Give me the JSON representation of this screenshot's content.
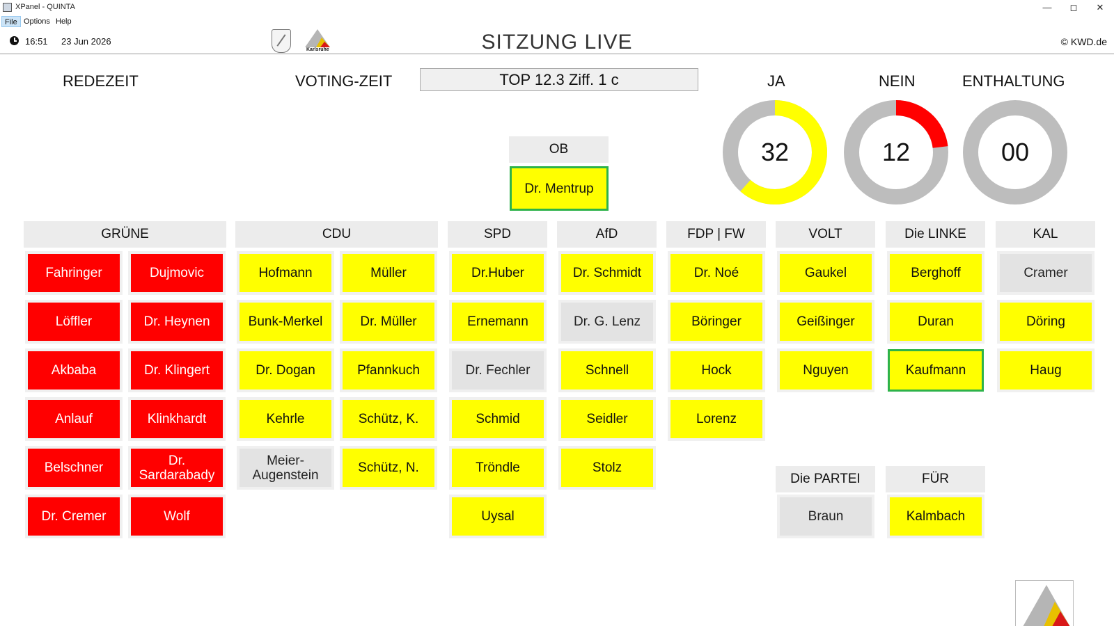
{
  "window": {
    "title": "XPanel - QUINTA",
    "menu": [
      "File",
      "Options",
      "Help"
    ]
  },
  "header": {
    "time": "16:51",
    "date": "23 Jun 2026",
    "logo_text": "Karlsruhe",
    "title": "SITZUNG LIVE",
    "copyright": "© KWD.de"
  },
  "labels": {
    "redezeit": "REDEZEIT",
    "voting_zeit": "VOTING-ZEIT",
    "agenda_item": "TOP 12.3 Ziff. 1 c"
  },
  "votes": [
    {
      "label": "JA",
      "count": "32",
      "fraction": 0.615,
      "color": "#ffff00"
    },
    {
      "label": "NEIN",
      "count": "12",
      "fraction": 0.231,
      "color": "#ff0000"
    },
    {
      "label": "ENTHALTUNG",
      "count": "00",
      "fraction": 0.0,
      "color": "#bdbdbd"
    }
  ],
  "ob": {
    "header": "OB",
    "name": "Dr. Mentrup",
    "vote": "ja",
    "speaking": true
  },
  "parties": [
    {
      "name": "GRÜNE",
      "members": [
        {
          "name": "Fahringer",
          "vote": "nein"
        },
        {
          "name": "Dujmovic",
          "vote": "nein"
        },
        {
          "name": "Löffler",
          "vote": "nein"
        },
        {
          "name": "Dr. Heynen",
          "vote": "nein"
        },
        {
          "name": "Akbaba",
          "vote": "nein"
        },
        {
          "name": "Dr. Klingert",
          "vote": "nein"
        },
        {
          "name": "Anlauf",
          "vote": "nein"
        },
        {
          "name": "Klinkhardt",
          "vote": "nein"
        },
        {
          "name": "Belschner",
          "vote": "nein"
        },
        {
          "name": "Dr. Sardarabady",
          "vote": "nein"
        },
        {
          "name": "Dr. Cremer",
          "vote": "nein"
        },
        {
          "name": "Wolf",
          "vote": "nein"
        }
      ]
    },
    {
      "name": "CDU",
      "members": [
        {
          "name": "Hofmann",
          "vote": "ja"
        },
        {
          "name": "Müller",
          "vote": "ja"
        },
        {
          "name": "Bunk-Merkel",
          "vote": "ja"
        },
        {
          "name": "Dr. Müller",
          "vote": "ja"
        },
        {
          "name": "Dr. Dogan",
          "vote": "ja"
        },
        {
          "name": "Pfannkuch",
          "vote": "ja"
        },
        {
          "name": "Kehrle",
          "vote": "ja"
        },
        {
          "name": "Schütz, K.",
          "vote": "ja"
        },
        {
          "name": "Meier-Augenstein",
          "vote": "none"
        },
        {
          "name": "Schütz, N.",
          "vote": "ja"
        }
      ]
    },
    {
      "name": "SPD",
      "members": [
        {
          "name": "Dr.Huber",
          "vote": "ja"
        },
        {
          "name": "Ernemann",
          "vote": "ja"
        },
        {
          "name": "Dr. Fechler",
          "vote": "none"
        },
        {
          "name": "Schmid",
          "vote": "ja"
        },
        {
          "name": "Tröndle",
          "vote": "ja"
        },
        {
          "name": "Uysal",
          "vote": "ja"
        }
      ]
    },
    {
      "name": "AfD",
      "members": [
        {
          "name": "Dr. Schmidt",
          "vote": "ja"
        },
        {
          "name": "Dr. G. Lenz",
          "vote": "none"
        },
        {
          "name": "Schnell",
          "vote": "ja"
        },
        {
          "name": "Seidler",
          "vote": "ja"
        },
        {
          "name": "Stolz",
          "vote": "ja"
        }
      ]
    },
    {
      "name": "FDP | FW",
      "members": [
        {
          "name": "Dr. Noé",
          "vote": "ja"
        },
        {
          "name": "Böringer",
          "vote": "ja"
        },
        {
          "name": "Hock",
          "vote": "ja"
        },
        {
          "name": "Lorenz",
          "vote": "ja"
        }
      ]
    },
    {
      "name": "VOLT",
      "members": [
        {
          "name": "Gaukel",
          "vote": "ja"
        },
        {
          "name": "Geißinger",
          "vote": "ja"
        },
        {
          "name": "Nguyen",
          "vote": "ja"
        }
      ]
    },
    {
      "name": "Die LINKE",
      "members": [
        {
          "name": "Berghoff",
          "vote": "ja"
        },
        {
          "name": "Duran",
          "vote": "ja"
        },
        {
          "name": "Kaufmann",
          "vote": "ja",
          "speaking": true
        }
      ]
    },
    {
      "name": "KAL",
      "members": [
        {
          "name": "Cramer",
          "vote": "none"
        },
        {
          "name": "Döring",
          "vote": "ja"
        },
        {
          "name": "Haug",
          "vote": "ja"
        }
      ]
    },
    {
      "name": "Die PARTEI",
      "members": [
        {
          "name": "Braun",
          "vote": "none"
        }
      ]
    },
    {
      "name": "FÜR",
      "members": [
        {
          "name": "Kalmbach",
          "vote": "ja"
        }
      ]
    }
  ]
}
